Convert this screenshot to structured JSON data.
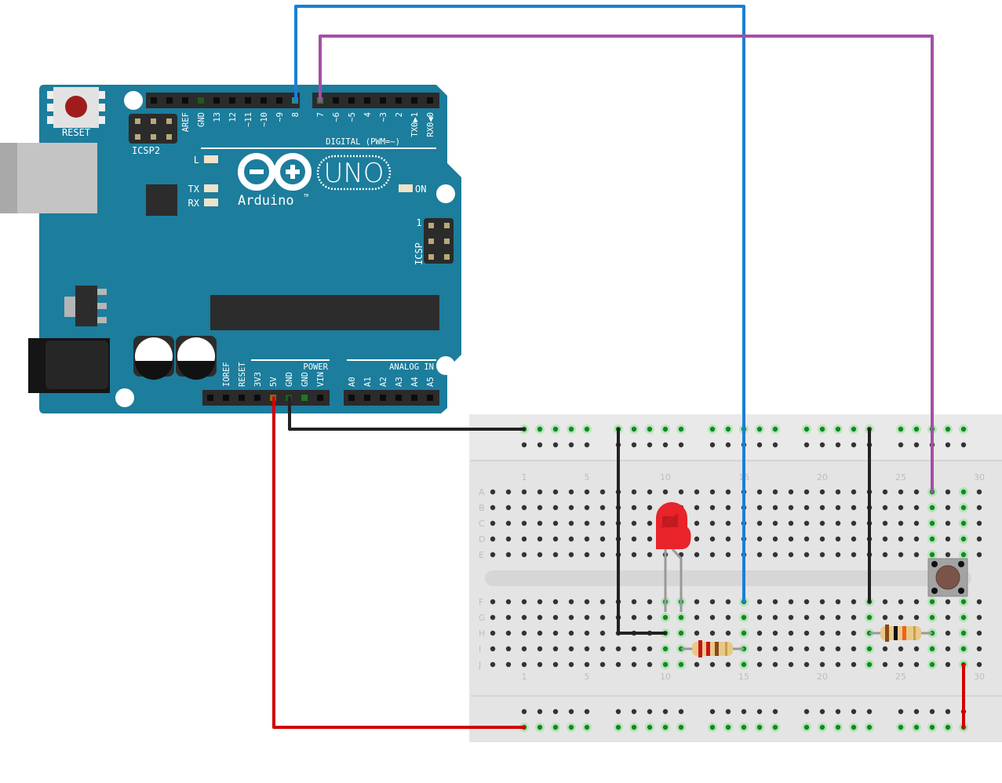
{
  "arduino": {
    "reset_label": "RESET",
    "icsp2_label": "ICSP2",
    "icsp_label": "ICSP",
    "icsp_pin1": "1",
    "digital_label": "DIGITAL (PWM=~)",
    "top_pins_left": [
      "",
      "",
      "AREF",
      "GND",
      "13",
      "12",
      "~11",
      "~10",
      "~9",
      "8"
    ],
    "top_pins_right": [
      "7",
      "~6",
      "~5",
      "4",
      "~3",
      "2",
      "TX0▶1",
      "RX0◀0"
    ],
    "led_l": "L",
    "led_tx": "TX",
    "led_rx": "RX",
    "led_on": "ON",
    "logo_text": "Arduino",
    "trademark": "TM",
    "model": "UNO",
    "power_label": "POWER",
    "analog_label": "ANALOG IN",
    "power_pins": [
      "",
      "IOREF",
      "RESET",
      "3V3",
      "5V",
      "GND",
      "GND",
      "VIN"
    ],
    "analog_pins": [
      "A0",
      "A1",
      "A2",
      "A3",
      "A4",
      "A5"
    ],
    "board_color": "#1c7d9c"
  },
  "breadboard": {
    "row_letters_top": [
      "A",
      "B",
      "C",
      "D",
      "E"
    ],
    "row_letters_bottom": [
      "F",
      "G",
      "H",
      "I",
      "J"
    ],
    "column_numbers": [
      "1",
      "5",
      "10",
      "15",
      "20",
      "25",
      "30"
    ]
  },
  "wires": {
    "blue": "#1a7fd4",
    "purple": "#a24fa6",
    "black": "#222222",
    "red": "#d40000"
  },
  "components": {
    "led_color": "#e8232a",
    "resistor_body": "#e8c98a",
    "button_cap": "#7a5448"
  }
}
